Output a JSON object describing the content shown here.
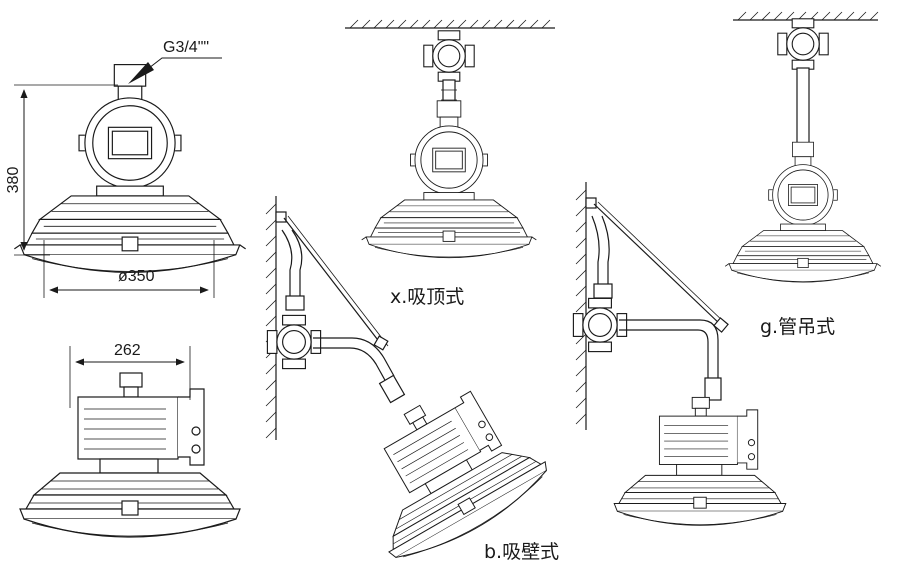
{
  "dimensions": {
    "thread": "G3/4\"\"",
    "height": "380",
    "diameter": "ø350",
    "side_width": "262"
  },
  "captions": {
    "ceiling": "x.吸顶式",
    "pendant": "g.管吊式",
    "wall": "b.吸壁式"
  }
}
